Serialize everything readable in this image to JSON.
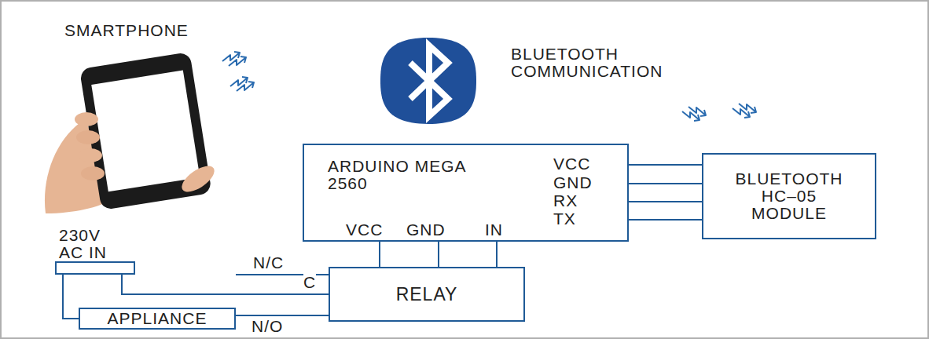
{
  "diagram": {
    "nodes": [
      {
        "text": [
          "ARDUINO MEGA 2560"
        ]
      },
      {
        "text": [
          "BLUETOOTH HC–05 MODULE"
        ]
      },
      {
        "text": [
          "RELAY"
        ]
      },
      {
        "text": [
          "230V AC IN"
        ]
      },
      {
        "text": [
          "APPLIANCE"
        ]
      }
    ],
    "edges": [
      {
        "from": 0,
        "to": 1,
        "arrow": "none"
      },
      {
        "from": 0,
        "to": 1,
        "arrow": "none"
      },
      {
        "from": 0,
        "to": 1,
        "arrow": "none"
      },
      {
        "from": 0,
        "to": 1,
        "arrow": "none"
      },
      {
        "from": 0,
        "to": 2,
        "arrow": "none"
      },
      {
        "from": 0,
        "to": 2,
        "arrow": "none"
      },
      {
        "from": 0,
        "to": 2,
        "arrow": "none"
      },
      {
        "from": 3,
        "to": 2,
        "label": "C",
        "arrow": "none"
      },
      {
        "from": 3,
        "to": 4,
        "arrow": "none"
      },
      {
        "from": 4,
        "to": 2,
        "label": "N/O",
        "arrow": "none"
      }
    ],
    "labels": [
      "SMARTPHONE",
      "BLUETOOTH COMMUNICATION",
      "VCC",
      "GND",
      "RX",
      "TX",
      "VCC",
      "GND",
      "IN",
      "N/C"
    ]
  }
}
